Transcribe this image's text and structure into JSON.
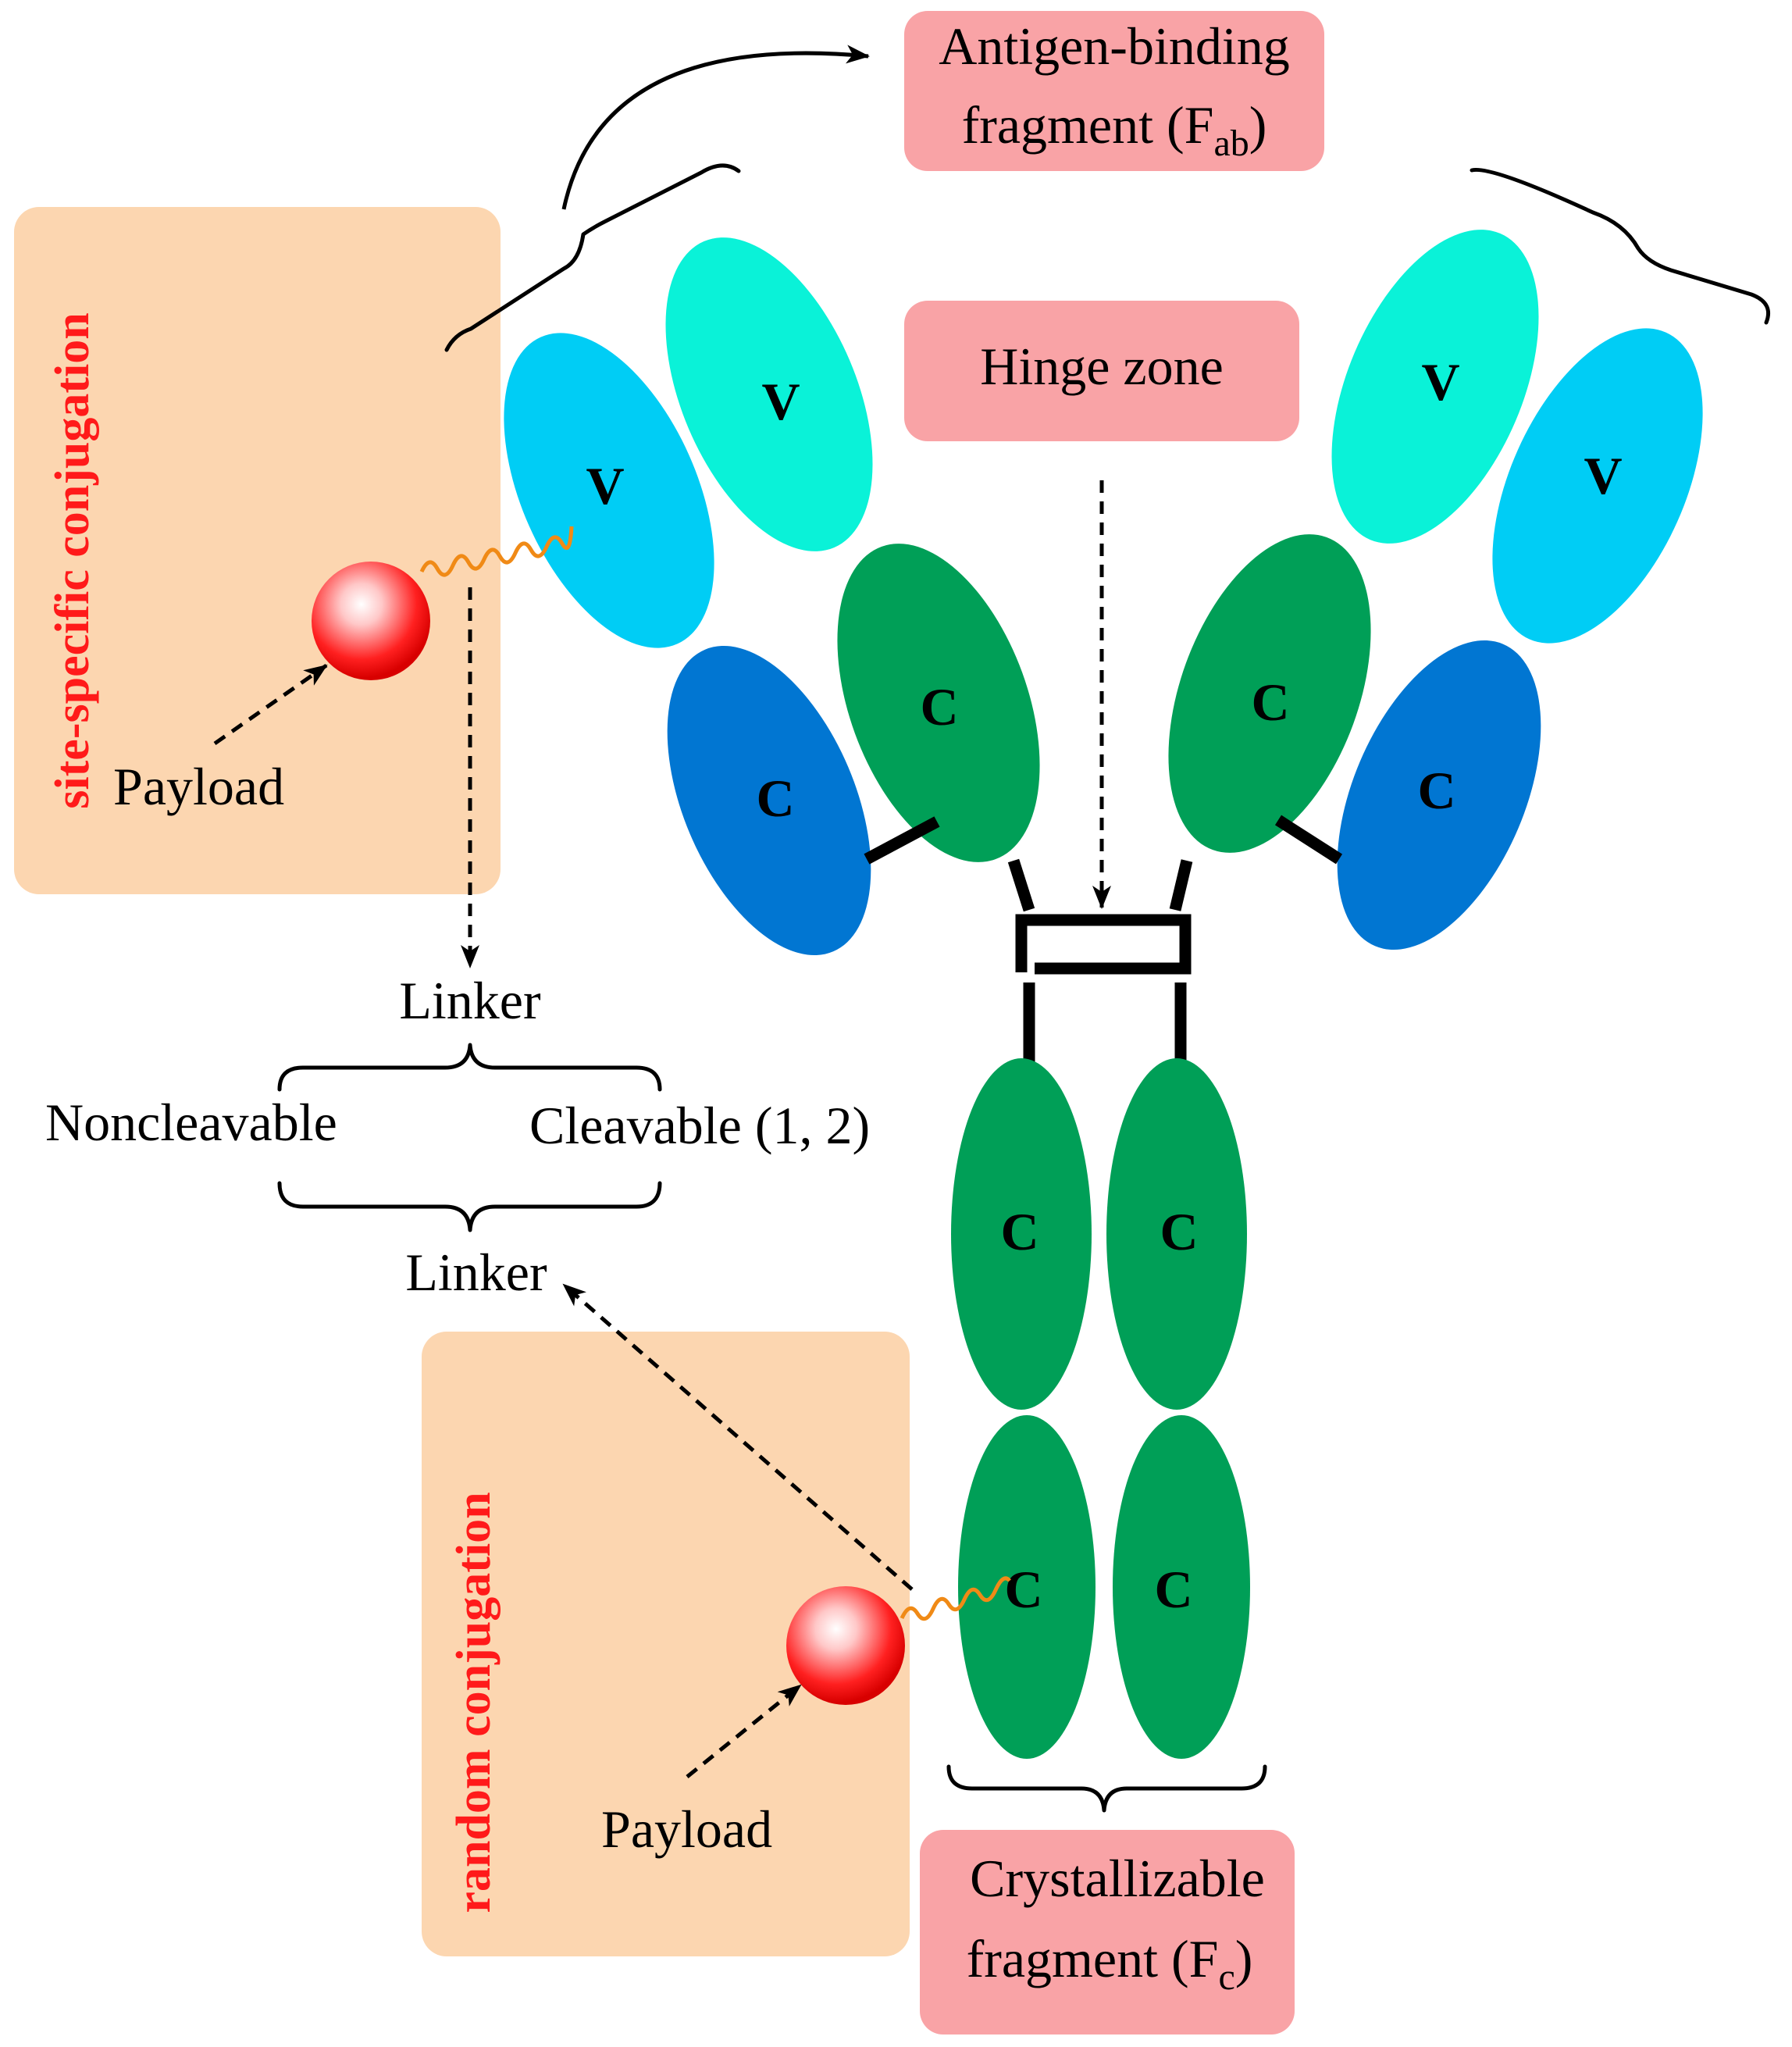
{
  "labels": {
    "fab_line1": "Antigen-binding",
    "fab_line2": "fragment (F",
    "fab_sub": "ab",
    "fab_close": ")",
    "hinge": "Hinge zone",
    "fc_line1": "Crystallizable",
    "fc_line2": "fragment (F",
    "fc_sub": "c",
    "fc_close": ")",
    "site_specific": "site-specific conjugation",
    "random": "random conjugation",
    "payload_top": "Payload",
    "payload_bottom": "Payload",
    "linker_top": "Linker",
    "linker_bottom": "Linker",
    "noncleavable": "Noncleavable",
    "cleavable": "Cleavable (1, 2)"
  },
  "domains": {
    "variable": "V",
    "constant": "C"
  },
  "colors": {
    "label_box": "#f9a3a6",
    "conjugation_box": "#fcd6b0",
    "red_text": "#ff1a1a",
    "light_chain_v": "#00cdf5",
    "heavy_chain_v": "#0af2d8",
    "light_chain_c": "#0176d2",
    "heavy_chain_c": "#009f57",
    "linker_wiggle": "#f08a16",
    "payload_sphere": "#ee0000"
  }
}
